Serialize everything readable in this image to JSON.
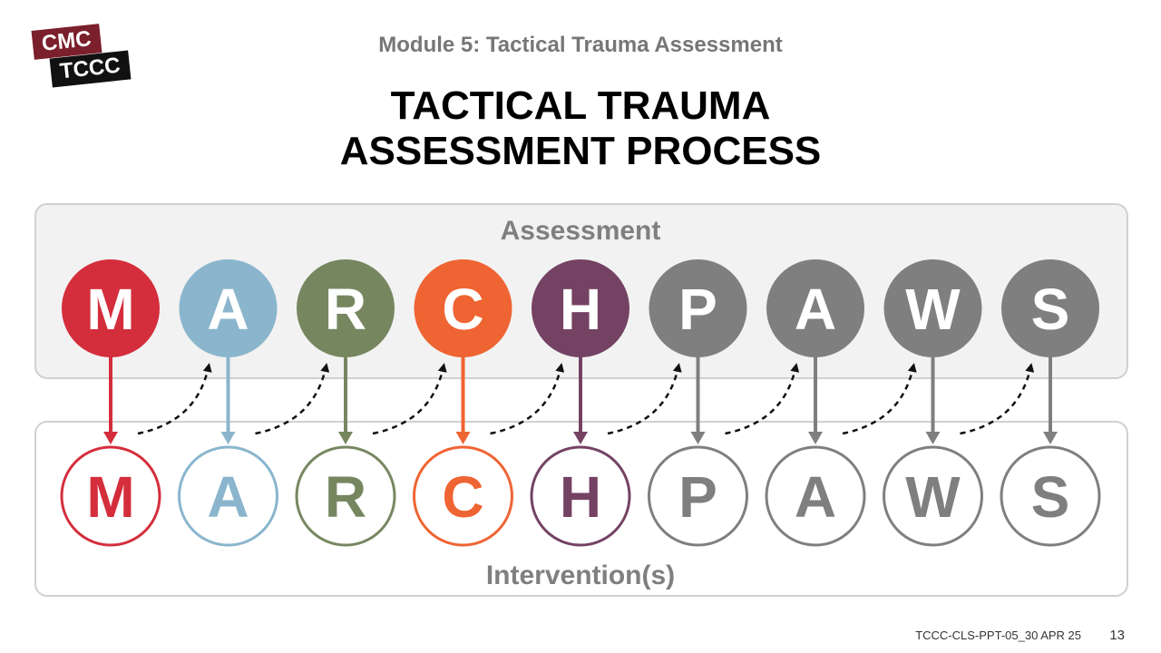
{
  "logo": {
    "line1": "CMC",
    "line2": "TCCC"
  },
  "header": {
    "module": "Module 5: Tactical Trauma Assessment",
    "title_line1": "TACTICAL TRAUMA",
    "title_line2": "ASSESSMENT PROCESS"
  },
  "panels": {
    "assessment_label": "Assessment",
    "intervention_label": "Intervention(s)"
  },
  "steps": [
    {
      "letter": "M",
      "color": "#d42e3c"
    },
    {
      "letter": "A",
      "color": "#8ab5cd"
    },
    {
      "letter": "R",
      "color": "#768760"
    },
    {
      "letter": "C",
      "color": "#ef6433"
    },
    {
      "letter": "H",
      "color": "#744263"
    },
    {
      "letter": "P",
      "color": "#7f7f7f"
    },
    {
      "letter": "A",
      "color": "#7f7f7f"
    },
    {
      "letter": "W",
      "color": "#7f7f7f"
    },
    {
      "letter": "S",
      "color": "#7f7f7f"
    }
  ],
  "footer": {
    "code": "TCCC-CLS-PPT-05_30 APR 25",
    "page": "13"
  }
}
